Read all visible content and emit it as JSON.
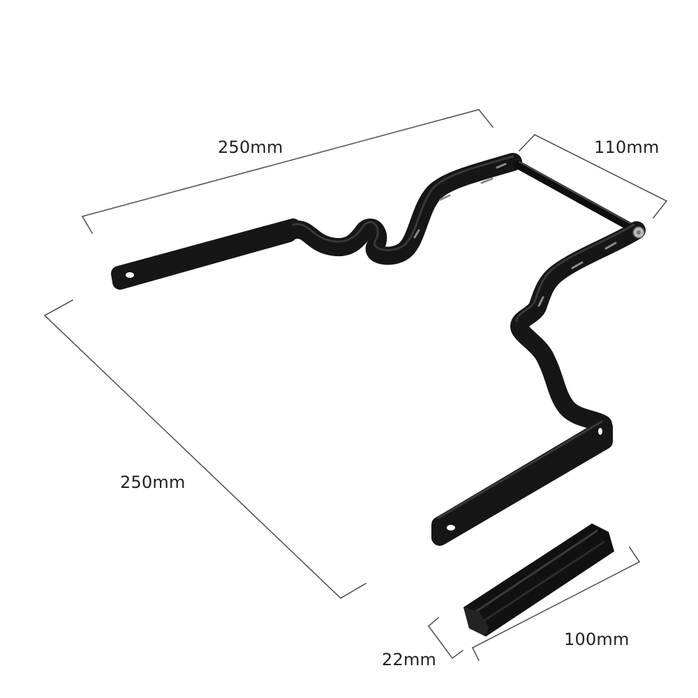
{
  "colors": {
    "background": "#ffffff",
    "dimension_line": "#555555",
    "bracket": "#141414",
    "bracket_highlight": "#3a3a3a",
    "label_text": "#222222",
    "bolt": "#b8b8b8"
  },
  "dimensions": {
    "top_width": "250mm",
    "right_depth": "110mm",
    "left_length": "250mm",
    "rod_diameter": "22mm",
    "rod_length": "100mm"
  },
  "objects": {
    "bracket": "black-metal-bracket",
    "rod": "black-crossbar-rod"
  }
}
